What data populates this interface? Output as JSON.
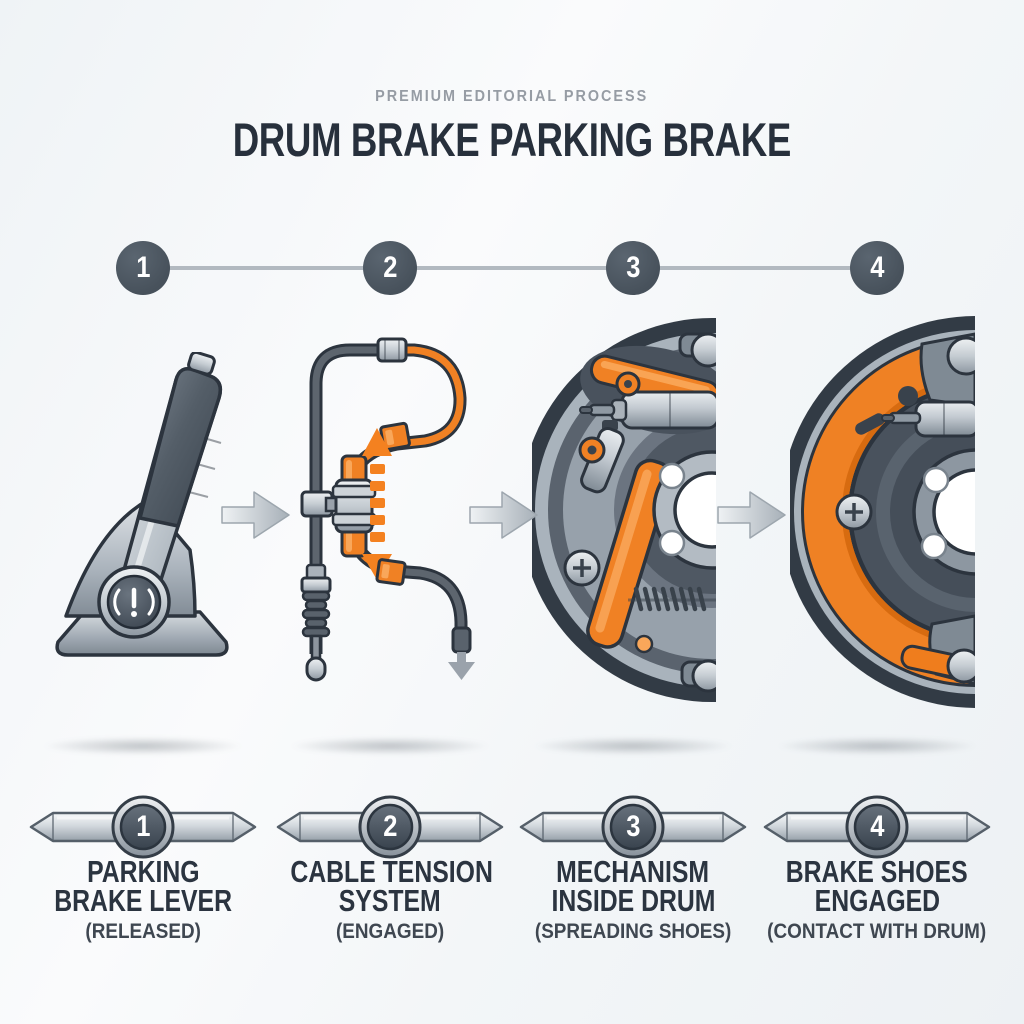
{
  "header": {
    "eyebrow": "PREMIUM EDITORIAL PROCESS",
    "title": "DRUM BRAKE PARKING BRAKE"
  },
  "steps": [
    {
      "number": "1",
      "title_line1": "PARKING",
      "title_line2": "BRAKE LEVER",
      "subtitle": "(RELEASED)",
      "illustration": "parking-brake-lever-icon"
    },
    {
      "number": "2",
      "title_line1": "CABLE TENSION",
      "title_line2": "SYSTEM",
      "subtitle": "(ENGAGED)",
      "illustration": "cable-tension-icon"
    },
    {
      "number": "3",
      "title_line1": "MECHANISM",
      "title_line2": "INSIDE DRUM",
      "subtitle": "(SPREADING SHOES)",
      "illustration": "drum-mechanism-icon"
    },
    {
      "number": "4",
      "title_line1": "BRAKE SHOES",
      "title_line2": "ENGAGED",
      "subtitle": "(CONTACT WITH DRUM)",
      "illustration": "brake-shoes-engaged-icon"
    }
  ],
  "icons": {
    "between_steps": "right-arrow-icon",
    "cable_motion": "up-down-dashed-arrow-icon",
    "lever_emblem": "brake-warning-icon"
  },
  "colors": {
    "accent_orange": "#F08124",
    "accent_orange_dark": "#D8690E",
    "slate_circle": "#4D5863",
    "outline": "#2C343E",
    "title_text": "#27303C",
    "muted_text": "#969CA4",
    "timeline_line": "#B2B9C0"
  }
}
